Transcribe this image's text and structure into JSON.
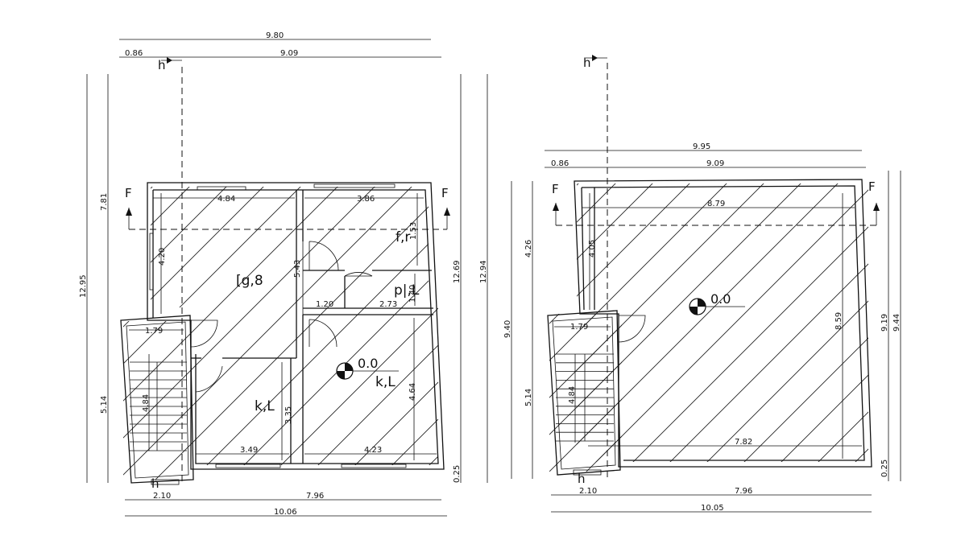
{
  "plan_left": {
    "dims": {
      "top_total": "9.80",
      "top_left_offset": "0.86",
      "top_main": "9.09",
      "left_outer": "12.95",
      "left_upper": "7.81",
      "left_lower": "5.14",
      "right_inner": "12.69",
      "right_outer": "12.94",
      "right_small": "0.25",
      "room1_width": "4.84",
      "room2_width": "3.86",
      "room1_height": "4.20",
      "room1_side": "5.43",
      "room2_small": "1.53",
      "corridor_w": "1.20",
      "bath_w": "2.73",
      "bath_h": "1.40",
      "stair_w": "1.79",
      "stair_h": "4.84",
      "kitchen_w": "3.49",
      "kitchen_h": "3.35",
      "room4_w": "4.23",
      "room4_h": "4.64",
      "bottom_left": "2.10",
      "bottom_mid": "7.96",
      "bottom_total": "10.06"
    },
    "rooms": {
      "room_a": "[g,8",
      "room_b": "k,L",
      "room_c": "p|,L",
      "room_d": "k,L",
      "room_e": "f,r"
    },
    "level": "0.0",
    "section_mark": "F"
  },
  "plan_right": {
    "dims": {
      "top_total": "9.95",
      "top_left_offset": "0.86",
      "top_main": "9.09",
      "inner_top": "8.79",
      "inner_bottom": "7.82",
      "inner_right": "8.59",
      "left_upper": "4.26",
      "left_upper_inner": "4.05",
      "left_total": "9.40",
      "left_lower": "5.14",
      "right_inner": "9.19",
      "right_outer": "9.44",
      "right_small": "0.25",
      "stair_w": "1.79",
      "stair_h": "4.84",
      "bottom_left": "2.10",
      "bottom_mid": "7.96",
      "bottom_total": "10.05"
    },
    "level": "0.0",
    "section_mark": "F"
  }
}
